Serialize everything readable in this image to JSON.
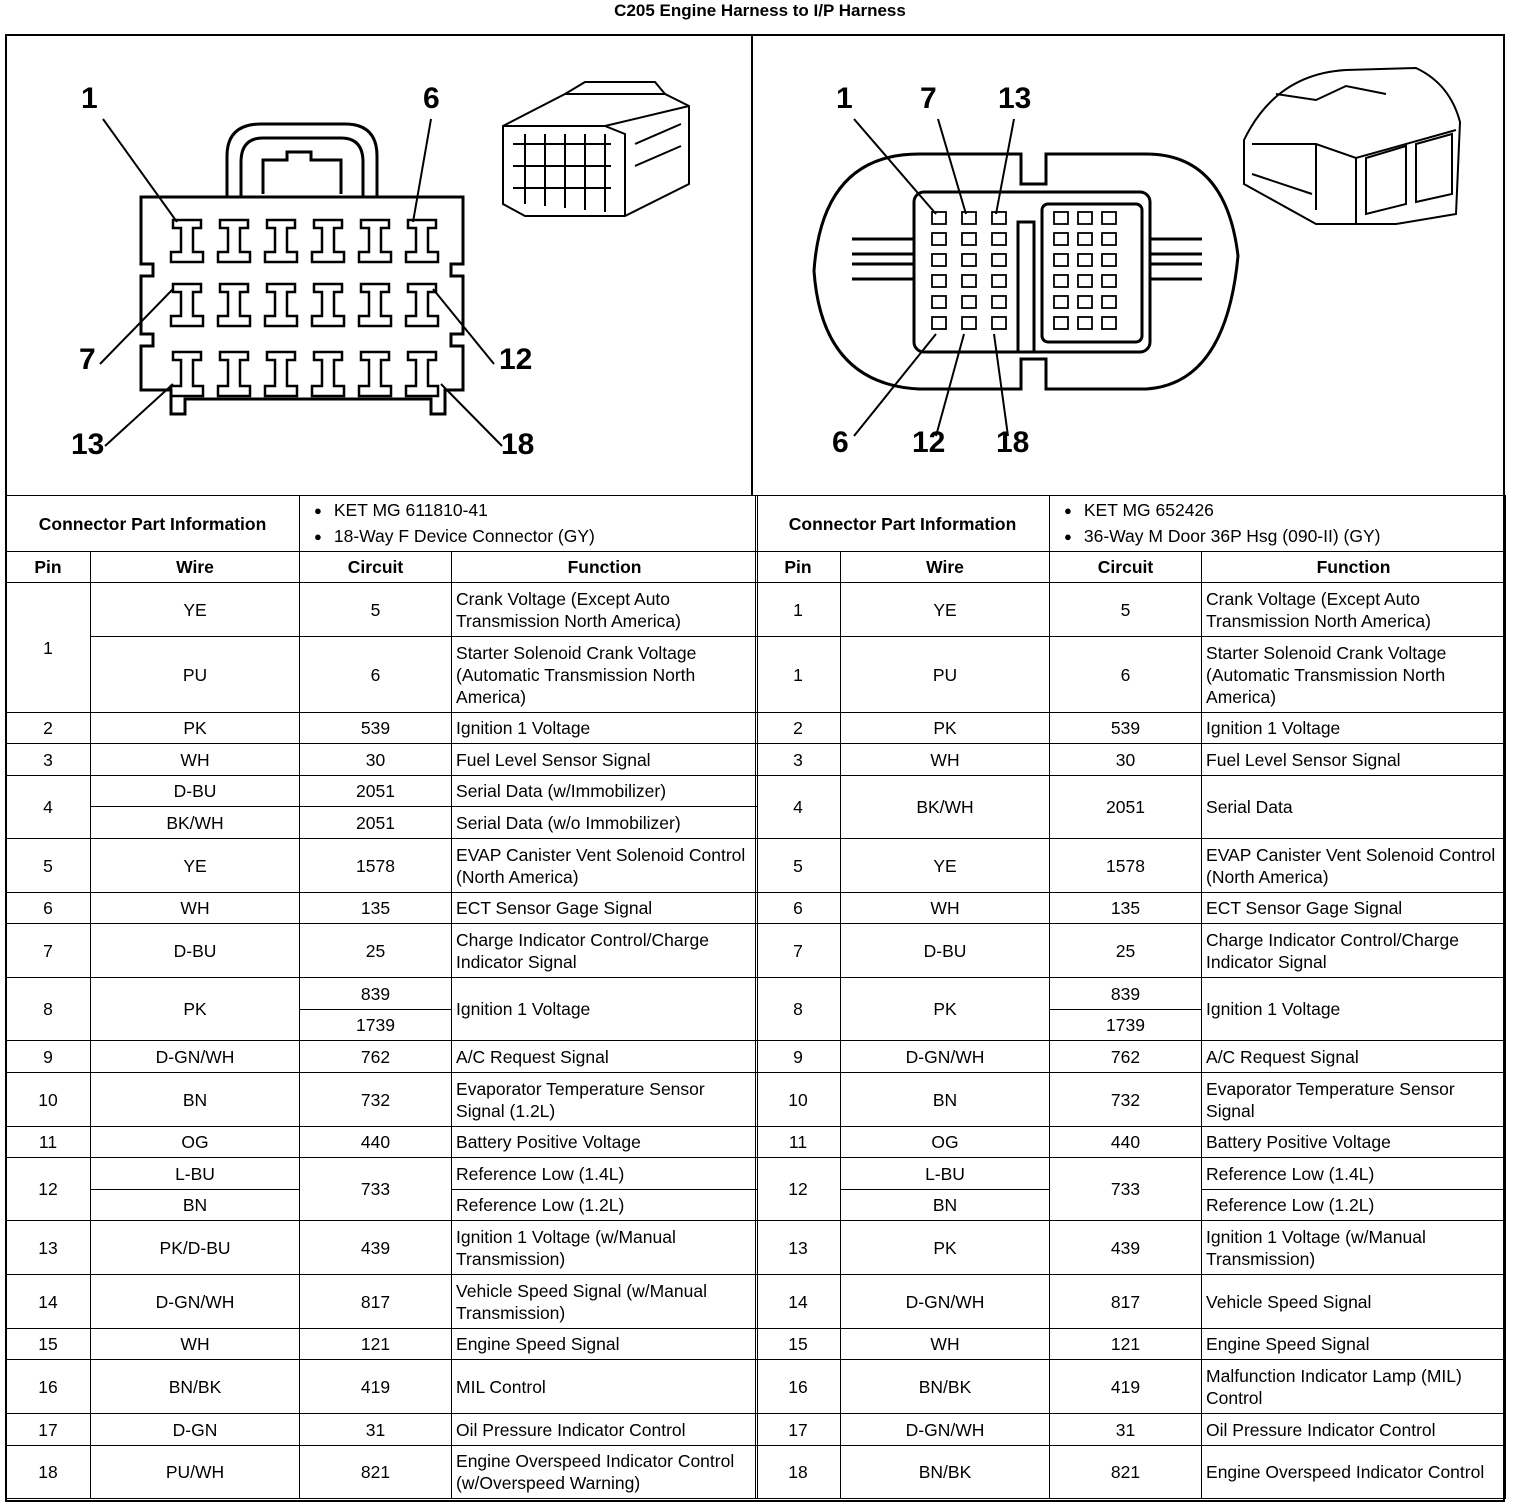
{
  "title": "C205 Engine Harness to I/P Harness",
  "left_figure": {
    "labels": {
      "p1": "1",
      "p6": "6",
      "p7": "7",
      "p12": "12",
      "p13": "13",
      "p18": "18"
    }
  },
  "right_figure": {
    "labels": {
      "p1": "1",
      "p7": "7",
      "p13": "13",
      "p6": "6",
      "p12": "12",
      "p18": "18"
    }
  },
  "left_table": {
    "part_info_label": "Connector Part Information",
    "part_info": [
      "KET MG 611810-41",
      "18-Way F Device Connector (GY)"
    ],
    "headers": {
      "pin": "Pin",
      "wire": "Wire",
      "circuit": "Circuit",
      "function": "Function"
    },
    "rows": [
      {
        "pin": "1",
        "wire": "YE",
        "circuit": "5",
        "function": "Crank Voltage (Except Auto Transmission North America)"
      },
      {
        "pin": "",
        "wire": "PU",
        "circuit": "6",
        "function": "Starter Solenoid Crank Voltage (Automatic Transmission North America)"
      },
      {
        "pin": "2",
        "wire": "PK",
        "circuit": "539",
        "function": "Ignition 1 Voltage"
      },
      {
        "pin": "3",
        "wire": "WH",
        "circuit": "30",
        "function": "Fuel Level Sensor Signal"
      },
      {
        "pin": "4",
        "wire": "D-BU",
        "circuit": "2051",
        "function": "Serial Data (w/Immobilizer)"
      },
      {
        "pin": "",
        "wire": "BK/WH",
        "circuit": "2051",
        "function": "Serial Data (w/o Immobilizer)"
      },
      {
        "pin": "5",
        "wire": "YE",
        "circuit": "1578",
        "function": "EVAP Canister Vent Solenoid Control (North America)"
      },
      {
        "pin": "6",
        "wire": "WH",
        "circuit": "135",
        "function": "ECT Sensor Gage Signal"
      },
      {
        "pin": "7",
        "wire": "D-BU",
        "circuit": "25",
        "function": "Charge Indicator Control/Charge Indicator Signal"
      },
      {
        "pin": "8",
        "wire": "PK",
        "circuit": "839",
        "function": "Ignition 1 Voltage"
      },
      {
        "pin": "",
        "wire": "",
        "circuit": "1739",
        "function": ""
      },
      {
        "pin": "9",
        "wire": "D-GN/WH",
        "circuit": "762",
        "function": "A/C Request Signal"
      },
      {
        "pin": "10",
        "wire": "BN",
        "circuit": "732",
        "function": "Evaporator Temperature Sensor Signal (1.2L)"
      },
      {
        "pin": "11",
        "wire": "OG",
        "circuit": "440",
        "function": "Battery Positive Voltage"
      },
      {
        "pin": "12",
        "wire": "L-BU",
        "circuit": "733",
        "function": "Reference Low (1.4L)"
      },
      {
        "pin": "",
        "wire": "BN",
        "circuit": "",
        "function": "Reference Low (1.2L)"
      },
      {
        "pin": "13",
        "wire": "PK/D-BU",
        "circuit": "439",
        "function": "Ignition 1 Voltage (w/Manual Transmission)"
      },
      {
        "pin": "14",
        "wire": "D-GN/WH",
        "circuit": "817",
        "function": "Vehicle Speed Signal (w/Manual Transmission)"
      },
      {
        "pin": "15",
        "wire": "WH",
        "circuit": "121",
        "function": "Engine Speed Signal"
      },
      {
        "pin": "16",
        "wire": "BN/BK",
        "circuit": "419",
        "function": "MIL Control"
      },
      {
        "pin": "17",
        "wire": "D-GN",
        "circuit": "31",
        "function": "Oil Pressure Indicator Control"
      },
      {
        "pin": "18",
        "wire": "PU/WH",
        "circuit": "821",
        "function": "Engine Overspeed Indicator Control (w/Overspeed Warning)"
      }
    ]
  },
  "right_table": {
    "part_info_label": "Connector Part Information",
    "part_info": [
      "KET MG 652426",
      "36-Way M Door 36P Hsg (090-II) (GY)"
    ],
    "headers": {
      "pin": "Pin",
      "wire": "Wire",
      "circuit": "Circuit",
      "function": "Function"
    },
    "rows": [
      {
        "pin": "1",
        "wire": "YE",
        "circuit": "5",
        "function": "Crank Voltage (Except Auto Transmission North America)"
      },
      {
        "pin": "1",
        "wire": "PU",
        "circuit": "6",
        "function": "Starter Solenoid Crank Voltage (Automatic Transmission North America)"
      },
      {
        "pin": "2",
        "wire": "PK",
        "circuit": "539",
        "function": "Ignition 1 Voltage"
      },
      {
        "pin": "3",
        "wire": "WH",
        "circuit": "30",
        "function": "Fuel Level Sensor Signal"
      },
      {
        "pin": "4",
        "wire": "BK/WH",
        "circuit": "2051",
        "function": "Serial Data"
      },
      {
        "pin": "",
        "wire": "",
        "circuit": "",
        "function": ""
      },
      {
        "pin": "5",
        "wire": "YE",
        "circuit": "1578",
        "function": "EVAP Canister Vent Solenoid Control (North America)"
      },
      {
        "pin": "6",
        "wire": "WH",
        "circuit": "135",
        "function": "ECT Sensor Gage Signal"
      },
      {
        "pin": "7",
        "wire": "D-BU",
        "circuit": "25",
        "function": "Charge Indicator Control/Charge Indicator Signal"
      },
      {
        "pin": "8",
        "wire": "PK",
        "circuit": "839",
        "function": "Ignition 1 Voltage"
      },
      {
        "pin": "",
        "wire": "",
        "circuit": "1739",
        "function": ""
      },
      {
        "pin": "9",
        "wire": "D-GN/WH",
        "circuit": "762",
        "function": "A/C Request Signal"
      },
      {
        "pin": "10",
        "wire": "BN",
        "circuit": "732",
        "function": "Evaporator Temperature Sensor Signal"
      },
      {
        "pin": "11",
        "wire": "OG",
        "circuit": "440",
        "function": "Battery Positive Voltage"
      },
      {
        "pin": "12",
        "wire": "L-BU",
        "circuit": "733",
        "function": "Reference Low (1.4L)"
      },
      {
        "pin": "",
        "wire": "BN",
        "circuit": "",
        "function": "Reference Low (1.2L)"
      },
      {
        "pin": "13",
        "wire": "PK",
        "circuit": "439",
        "function": "Ignition 1 Voltage (w/Manual Transmission)"
      },
      {
        "pin": "14",
        "wire": "D-GN/WH",
        "circuit": "817",
        "function": "Vehicle Speed Signal"
      },
      {
        "pin": "15",
        "wire": "WH",
        "circuit": "121",
        "function": "Engine Speed Signal"
      },
      {
        "pin": "16",
        "wire": "BN/BK",
        "circuit": "419",
        "function": "Malfunction Indicator Lamp (MIL) Control"
      },
      {
        "pin": "17",
        "wire": "D-GN/WH",
        "circuit": "31",
        "function": "Oil Pressure Indicator Control"
      },
      {
        "pin": "18",
        "wire": "BN/BK",
        "circuit": "821",
        "function": "Engine Overspeed Indicator Control"
      }
    ]
  }
}
